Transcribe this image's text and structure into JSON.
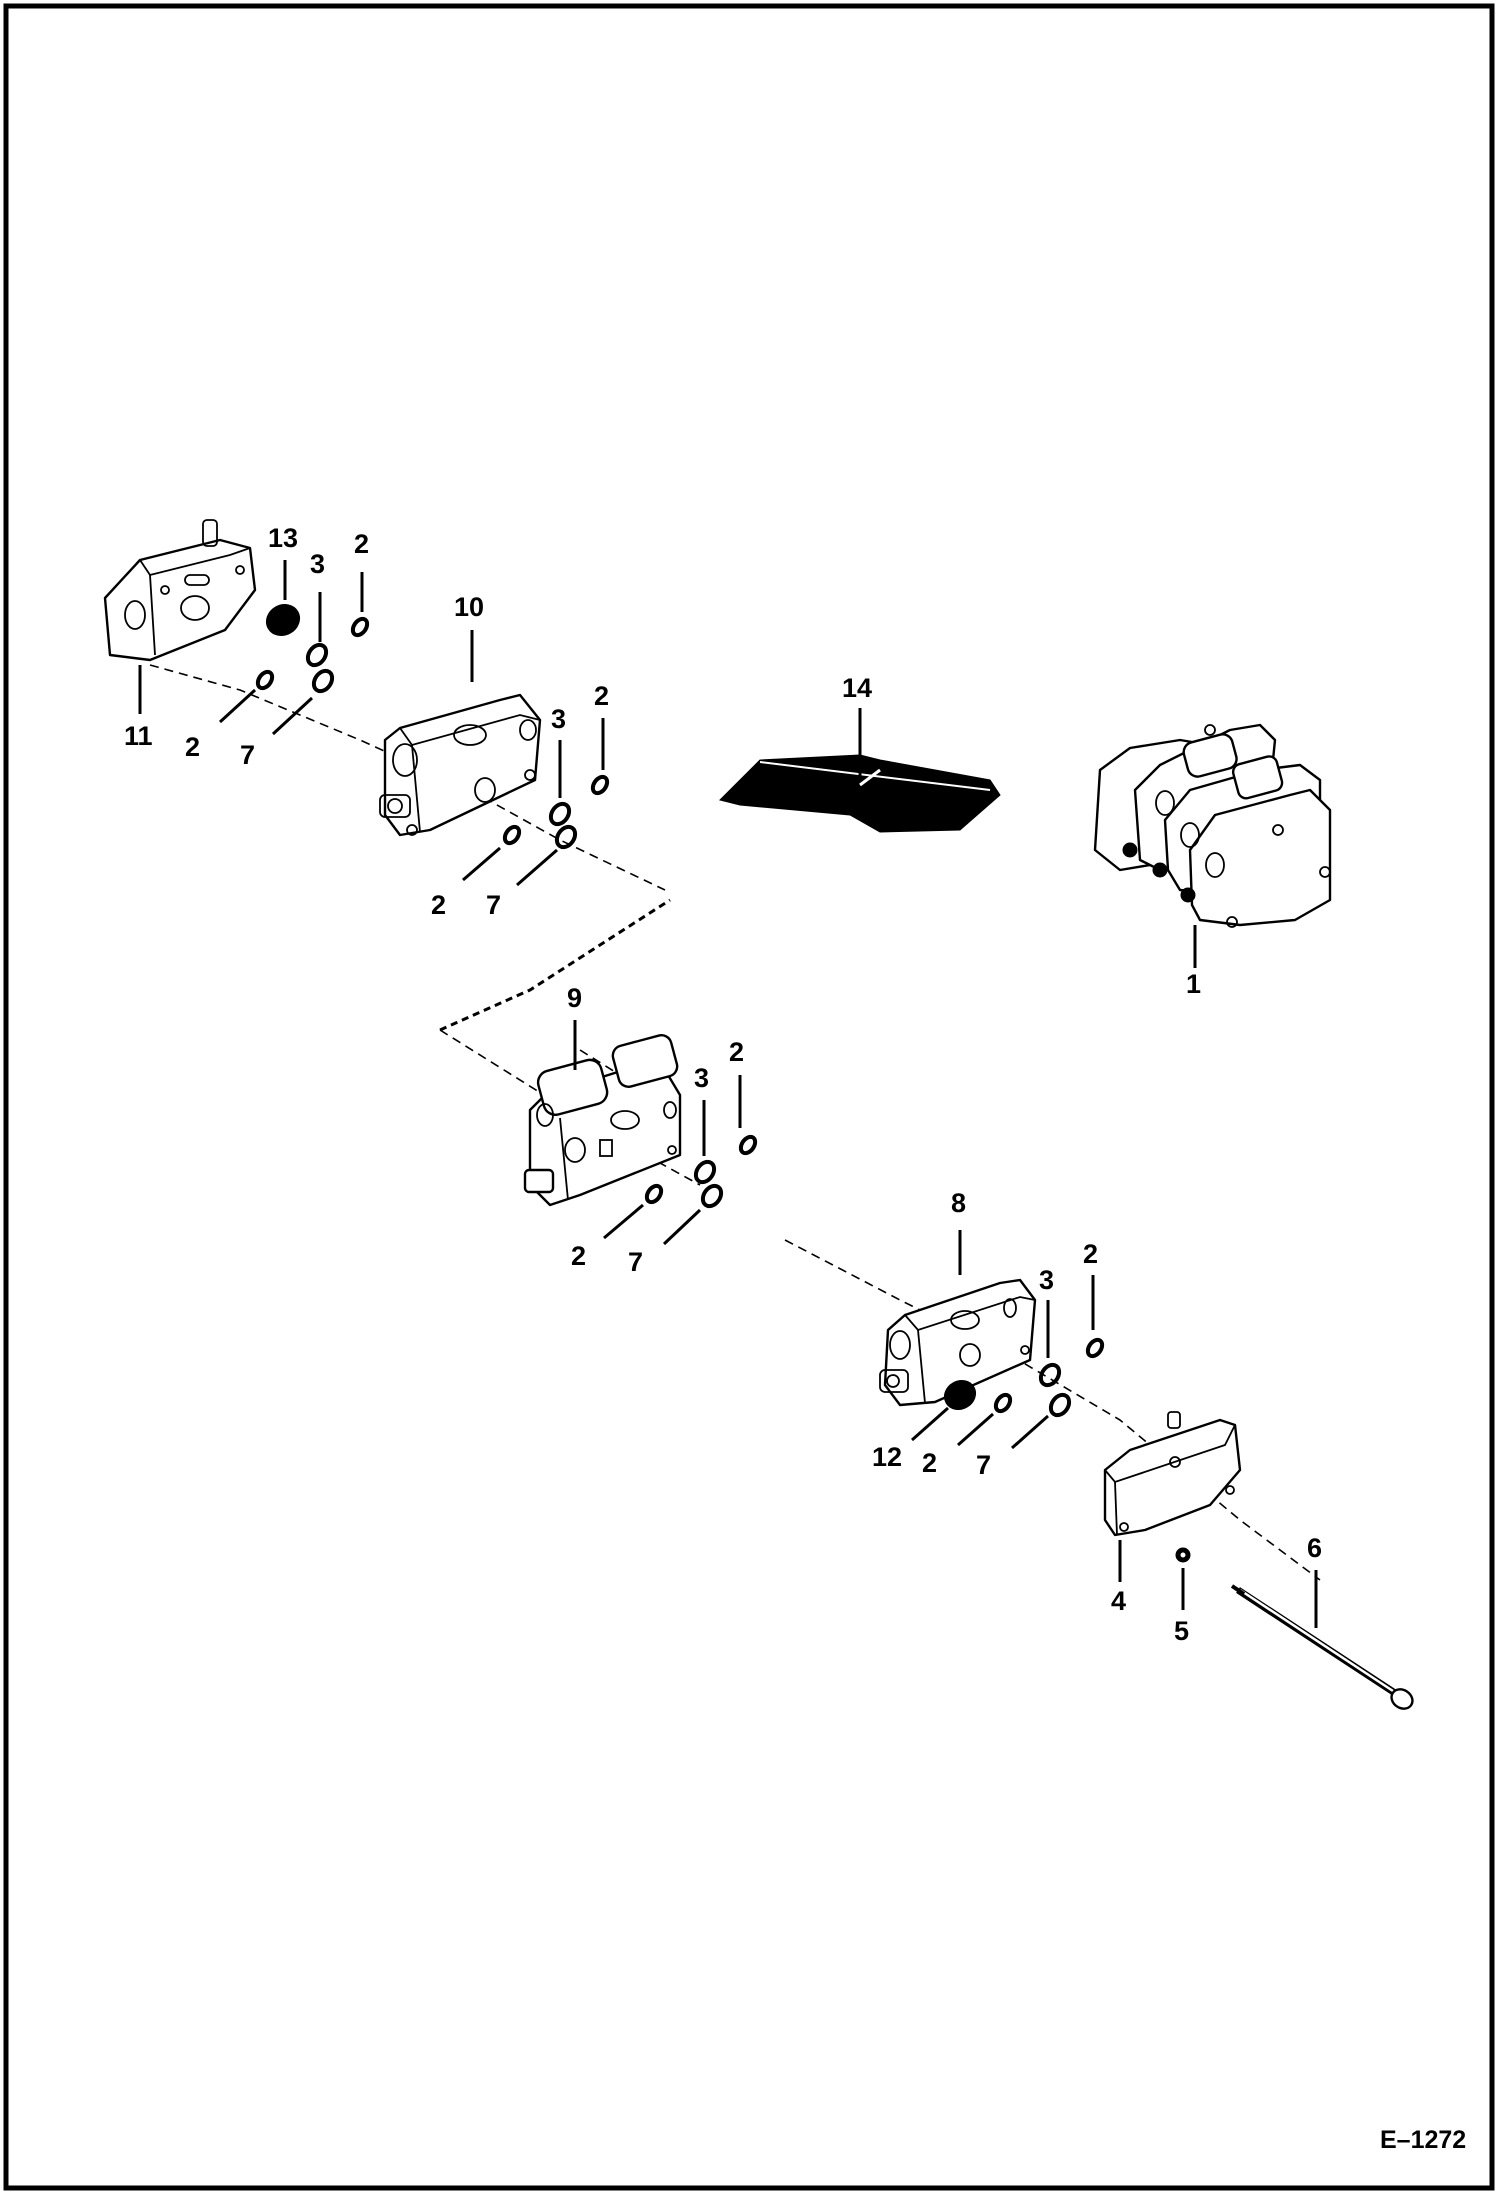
{
  "drawing_number": "E–1272",
  "callouts": {
    "c1": "1",
    "c2": "2",
    "c3": "3",
    "c4": "4",
    "c5": "5",
    "c6": "6",
    "c7": "7",
    "c8": "8",
    "c9": "9",
    "c10": "10",
    "c11": "11",
    "c12": "12",
    "c13": "13",
    "c14": "14"
  }
}
